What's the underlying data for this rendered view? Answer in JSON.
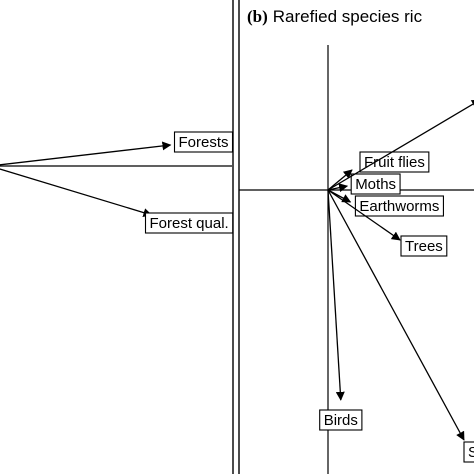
{
  "chart_data": [
    {
      "type": "biplot",
      "panel": "left",
      "title": "",
      "vectors": [
        {
          "label": "Forests",
          "x": 0.95,
          "y": 0.15
        },
        {
          "label": "Forest qual.",
          "x": 0.85,
          "y": -0.35
        }
      ]
    },
    {
      "type": "biplot",
      "panel": "right",
      "title_prefix": "(b)",
      "title": "Rarefied species ric",
      "vectors": [
        {
          "label": "Fruit flies",
          "x": 0.15,
          "y": 0.1
        },
        {
          "label": "Moths",
          "x": 0.12,
          "y": 0.02
        },
        {
          "label": "Earthworms",
          "x": 0.14,
          "y": -0.06
        },
        {
          "label": "Trees",
          "x": 0.45,
          "y": -0.25
        },
        {
          "label": "Birds",
          "x": 0.08,
          "y": -1.05
        },
        {
          "label": "S",
          "x": 0.85,
          "y": -1.25
        },
        {
          "label": "",
          "x": 0.95,
          "y": 0.45
        }
      ]
    }
  ]
}
